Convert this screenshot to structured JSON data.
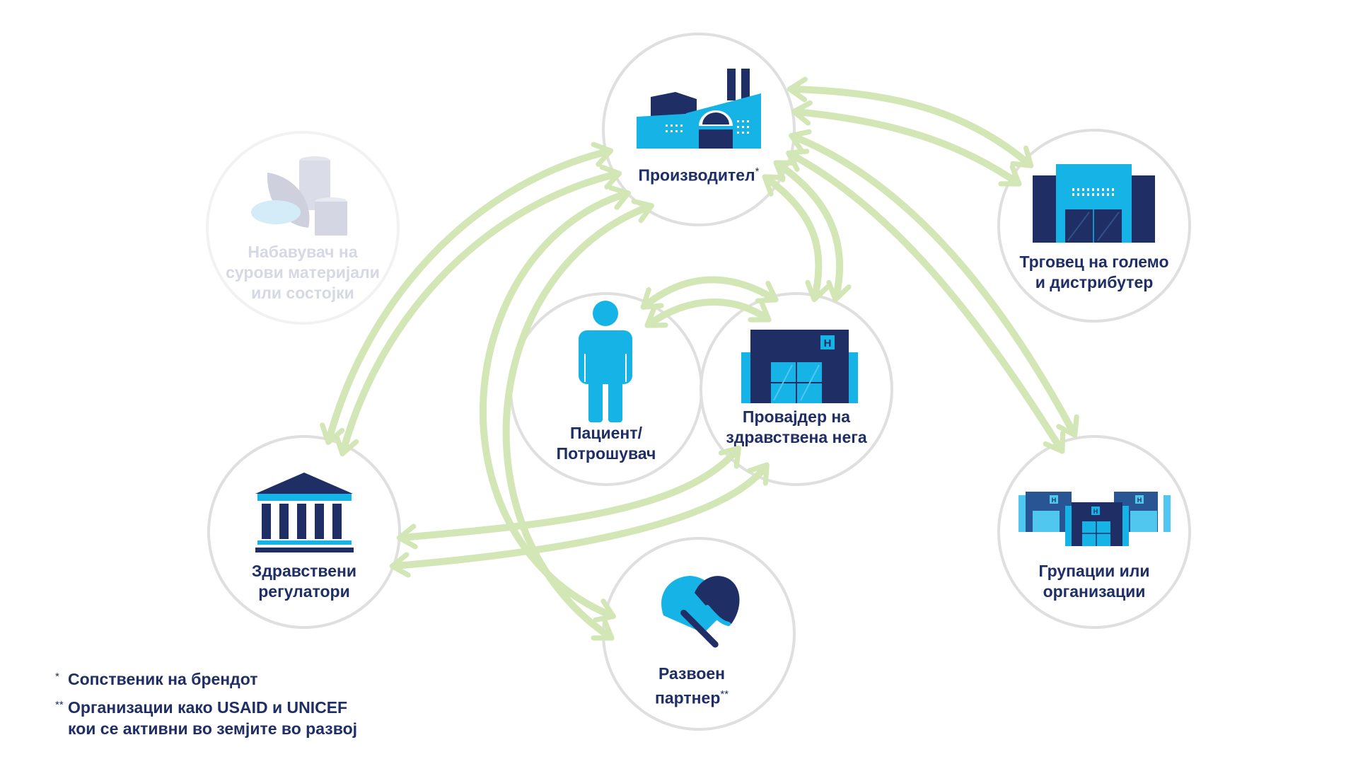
{
  "colors": {
    "navy": "#1f2f66",
    "cyan": "#16b3e6",
    "ring": "#dfdfdf",
    "arrow": "#d3e6b6",
    "faded_text": "#d6d8e4",
    "faded_icon": "#cfd2e0"
  },
  "nodes": {
    "manufacturer": {
      "label": "Производител",
      "sup": "*",
      "icon": "factory-icon"
    },
    "raw_supplier": {
      "lines": [
        "Набавувач на",
        "сурови материјали",
        "или состојки"
      ],
      "icon": "raw-materials-icon",
      "faded": true
    },
    "wholesaler": {
      "lines": [
        "Трговец на големо",
        "и дистрибутер"
      ],
      "icon": "warehouse-icon"
    },
    "patient": {
      "lines": [
        "Пациент/",
        "Потрошувач"
      ],
      "icon": "person-icon"
    },
    "provider": {
      "lines": [
        "Провајдер на",
        "здравствена нега"
      ],
      "icon": "hospital-icon"
    },
    "regulators": {
      "lines": [
        "Здравствени",
        "регулатори"
      ],
      "icon": "government-building-icon"
    },
    "groups": {
      "lines": [
        "Групации или",
        "организации"
      ],
      "icon": "hospital-group-icon"
    },
    "partner": {
      "lines": [
        "Развоен",
        "партнер"
      ],
      "sup": "**",
      "icon": "handshake-icon"
    }
  },
  "footnotes": [
    {
      "mark": "*",
      "lines": [
        "Сопственик на брендот"
      ]
    },
    {
      "mark": "**",
      "lines": [
        "Организации како USAID и UNICEF",
        "кои се активни во земјите во развој"
      ]
    }
  ]
}
